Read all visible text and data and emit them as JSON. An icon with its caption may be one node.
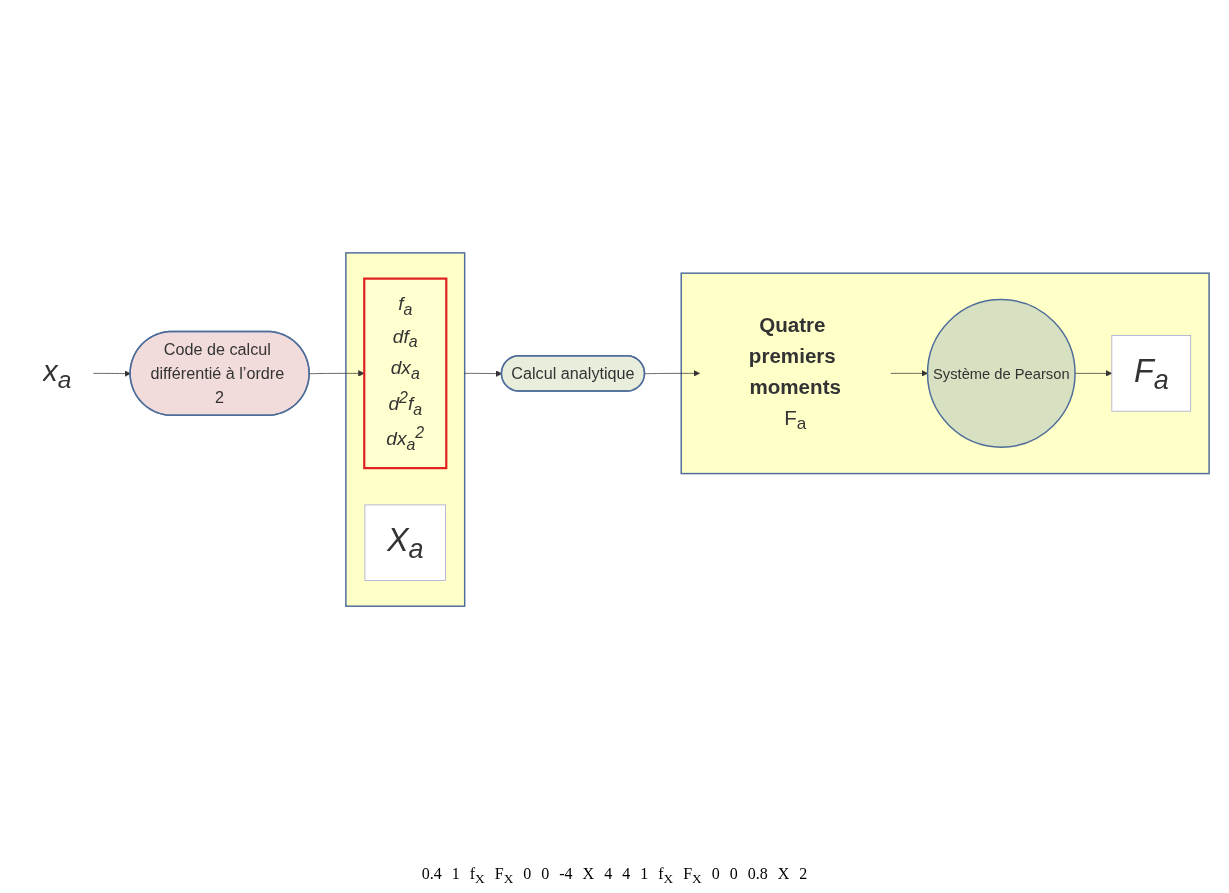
{
  "diagram": {
    "nodes": [
      {
        "text": [
          "x$_{a}$"
        ]
      },
      {
        "text": [
          "Code de calcul différentié à l’ordre 2"
        ]
      },
      {
        "text": [],
        "shape": "box"
      },
      {
        "text": [
          "f$_{a}$",
          "df$_{a}$",
          "dx$_{a}$",
          "d$^{2}$f$_{a}$",
          "dx$_{a}$$^{2}$"
        ],
        "in": 2
      },
      {
        "text": [
          "X$_{a}$"
        ],
        "in": 2
      },
      {
        "text": [
          "Calcul analytique"
        ]
      },
      {
        "text": [],
        "shape": "box"
      },
      {
        "text": [
          "Quatre premiers moments",
          "F$_{a}$"
        ],
        "in": 6
      },
      {
        "text": [
          "Système de Pearson"
        ],
        "in": 6
      },
      {
        "text": [
          "F$_{a}$"
        ],
        "in": 6
      }
    ],
    "edges": [
      {
        "from": 0,
        "to": 1,
        "arrow": "to"
      },
      {
        "from": 1,
        "to": 3,
        "arrow": "to"
      },
      {
        "from": 2,
        "to": 5,
        "arrow": "to"
      },
      {
        "from": 5,
        "to": 7,
        "arrow": "to"
      },
      {
        "from": 7,
        "to": 8,
        "arrow": "to"
      },
      {
        "from": 8,
        "to": 9,
        "arrow": "to"
      }
    ],
    "labels": [
      "0.4",
      "1",
      "f$_{X}$",
      "F$_{X}$",
      "0",
      "0",
      "-4",
      "X",
      "4",
      "4",
      "1",
      "f$_{X}$",
      "F$_{X}$",
      "0",
      "0",
      "0.8",
      "X",
      "2"
    ]
  }
}
